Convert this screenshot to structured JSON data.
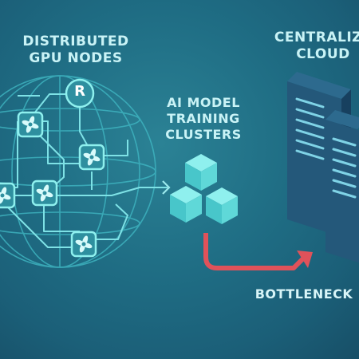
{
  "labels": {
    "distributed_line1": "DISTRIBUTED",
    "distributed_line2": "GPU NODES",
    "training_line1": "AI MODEL",
    "training_line2": "TRAINING",
    "training_line3": "CLUSTERS",
    "cloud_line1": "CENTRALIZE",
    "cloud_line2": "CLOUD",
    "bottleneck": "BOTTLENECK"
  },
  "router_letter": "R",
  "icons": {
    "gpu_node": "fan-chip-icon",
    "router": "router-icon",
    "cluster_block": "cube-icon",
    "server": "server-rack-icon",
    "globe": "globe-icon"
  },
  "colors": {
    "background": "#1f6d84",
    "accent_cyan": "#4fd7d6",
    "line": "#7ee2e6",
    "server_front": "#24587a",
    "server_side": "#17405f",
    "server_light": "#7fd3e6",
    "bottleneck_arrow": "#e0525a",
    "label_text": "#c9f3f6"
  }
}
